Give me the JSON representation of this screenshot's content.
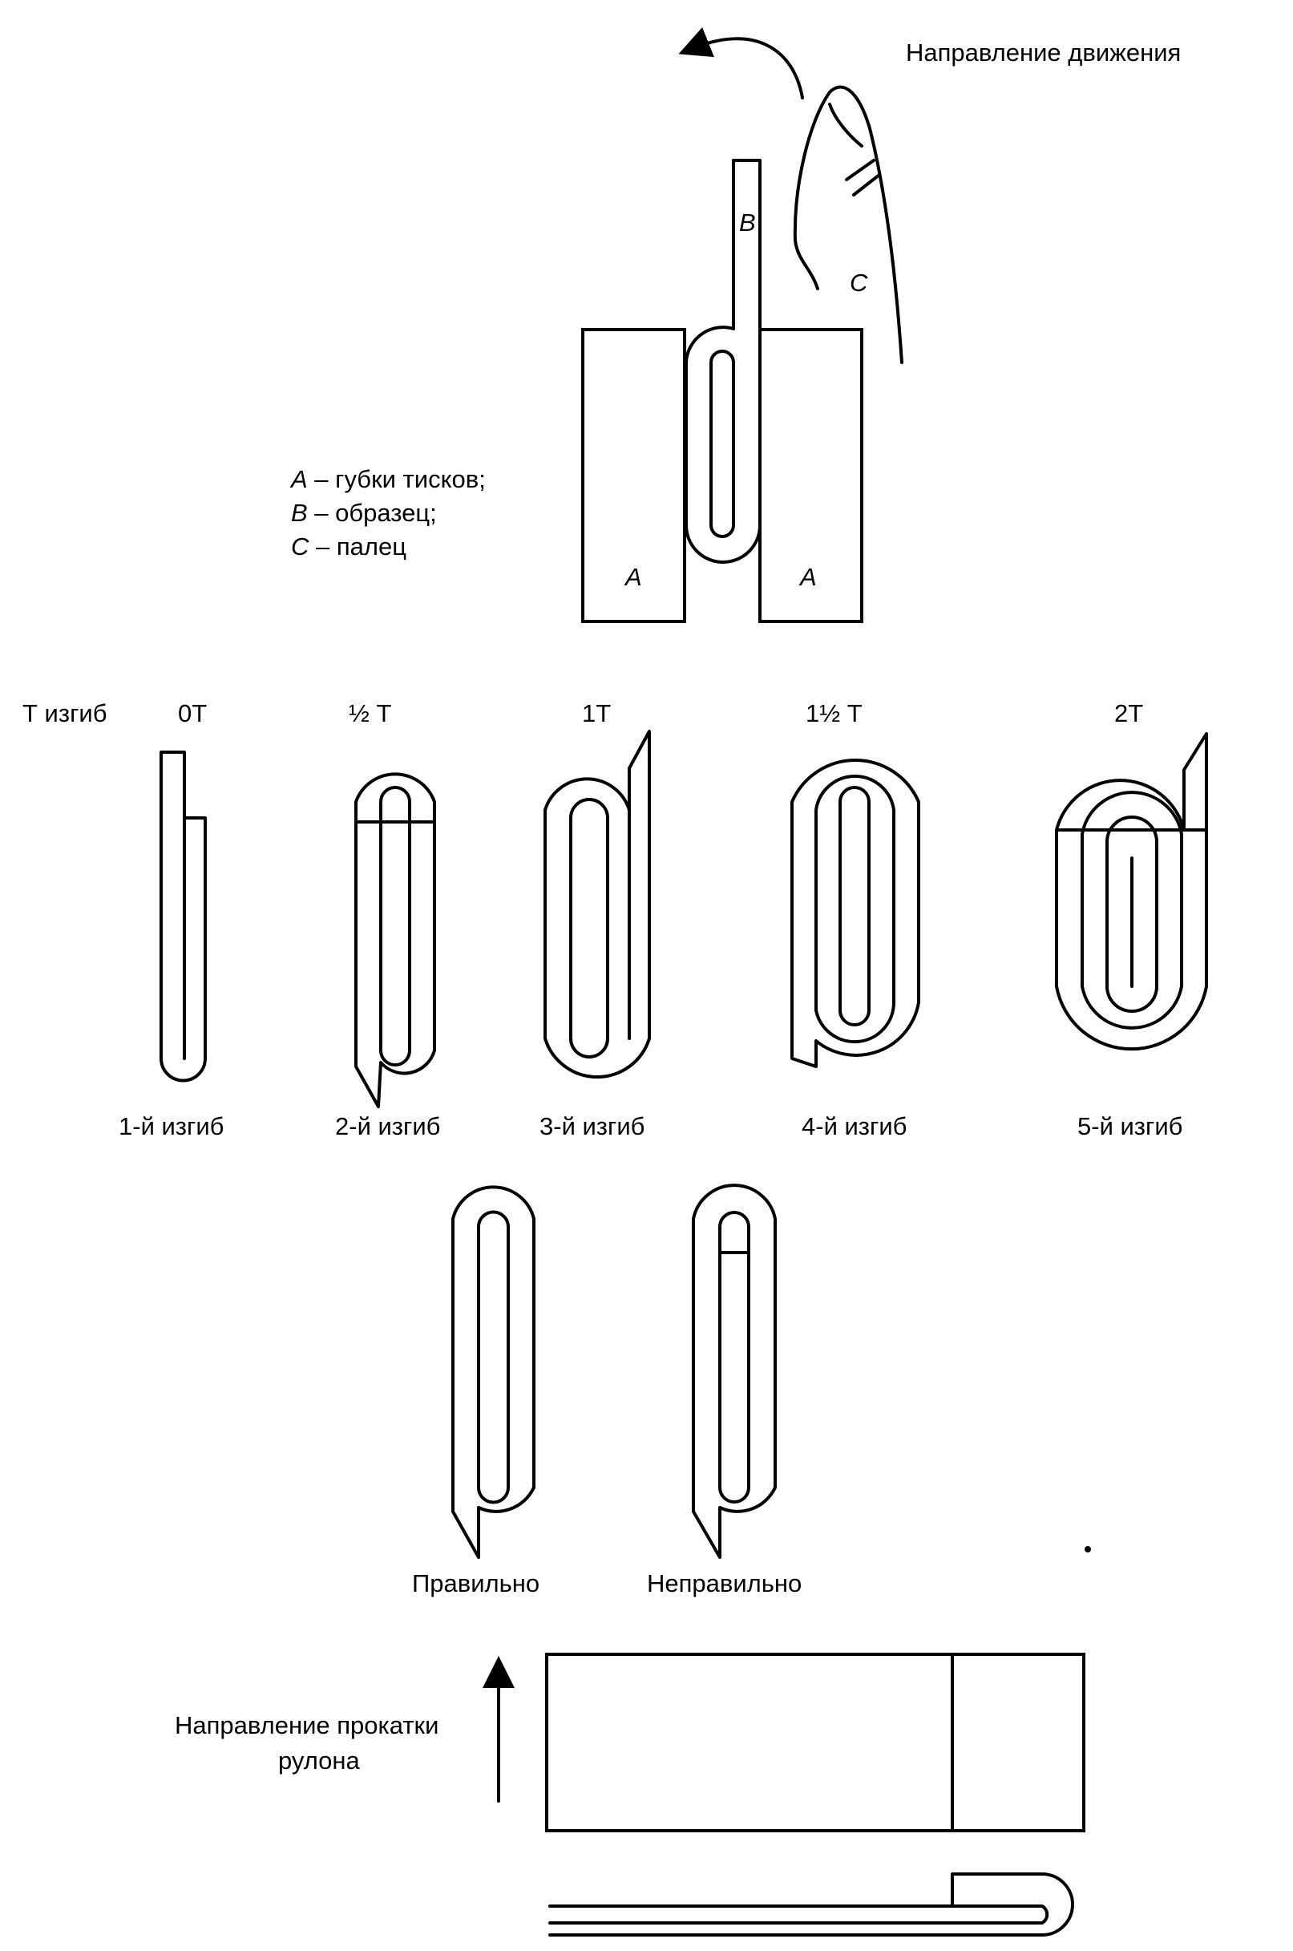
{
  "top": {
    "direction_label": "Направление движения",
    "legend": [
      {
        "key": "A",
        "text": " – губки тисков;"
      },
      {
        "key": "B",
        "text": " – образец;"
      },
      {
        "key": "C",
        "text": " – палец"
      }
    ],
    "jaw_label_left": "A",
    "jaw_label_right": "A",
    "specimen_label": "B",
    "finger_label": "C"
  },
  "t_bends": {
    "row_label": "Т изгиб",
    "values": [
      "0Т",
      "½ Т",
      "1Т",
      "1½ Т",
      "2Т"
    ],
    "bend_names": [
      "1-й изгиб",
      "2-й изгиб",
      "3-й изгиб",
      "4-й изгиб",
      "5-й изгиб"
    ]
  },
  "comparison": {
    "correct": "Правильно",
    "incorrect": "Неправильно"
  },
  "rolling": {
    "label_line1": "Направление прокатки",
    "label_line2": "рулона"
  }
}
